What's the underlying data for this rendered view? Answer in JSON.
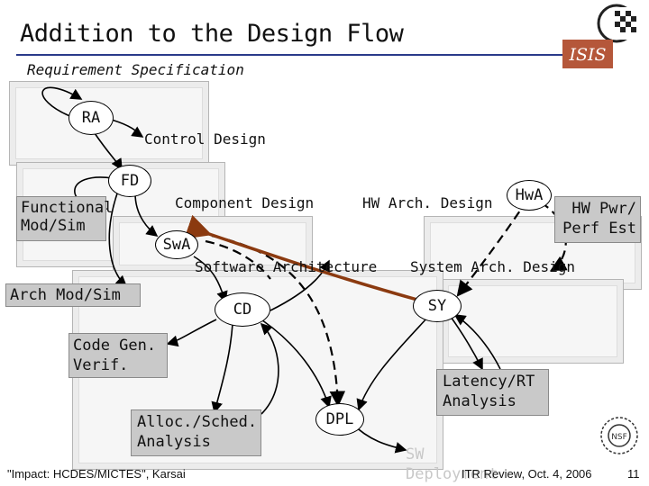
{
  "slide": {
    "title": "Addition to the Design Flow",
    "subtitle": "Requirement Specification",
    "footer_left": "\"Impact: HCDES/MICTES\", Karsai",
    "footer_right": "ITR Review, Oct. 4, 2006",
    "page_number": "11"
  },
  "logos": {
    "top_right_badge": "ISIS",
    "bottom_right_seal": "NSF"
  },
  "nodes": {
    "ra": "RA",
    "fd": "FD",
    "swa": "SwA",
    "hwa": "HwA",
    "cd": "CD",
    "sy": "SY",
    "dpl": "DPL"
  },
  "labels": {
    "control_design": "Control Design",
    "component_design": "Component Design",
    "hw_arch_design": "HW Arch. Design",
    "software_architecture": "Software Architecture",
    "system_arch_design": "System Arch. Design",
    "functional_mod_sim": "Functional Mod/Sim",
    "arch_mod_sim": "Arch Mod/Sim",
    "code_gen_verif": "Code Gen. Verif.",
    "alloc_sched_analysis": "Alloc./Sched. Analysis",
    "latency_rt_analysis": "Latency/RT Analysis",
    "hw_pwr_perf_est": "HW Pwr/ Perf Est",
    "sw_deployment": "SW Deployment"
  },
  "colors": {
    "highlight_arrow": "#8b3a10",
    "box_gray": "#c9c9c9",
    "title_rule": "#2a3a8a"
  }
}
